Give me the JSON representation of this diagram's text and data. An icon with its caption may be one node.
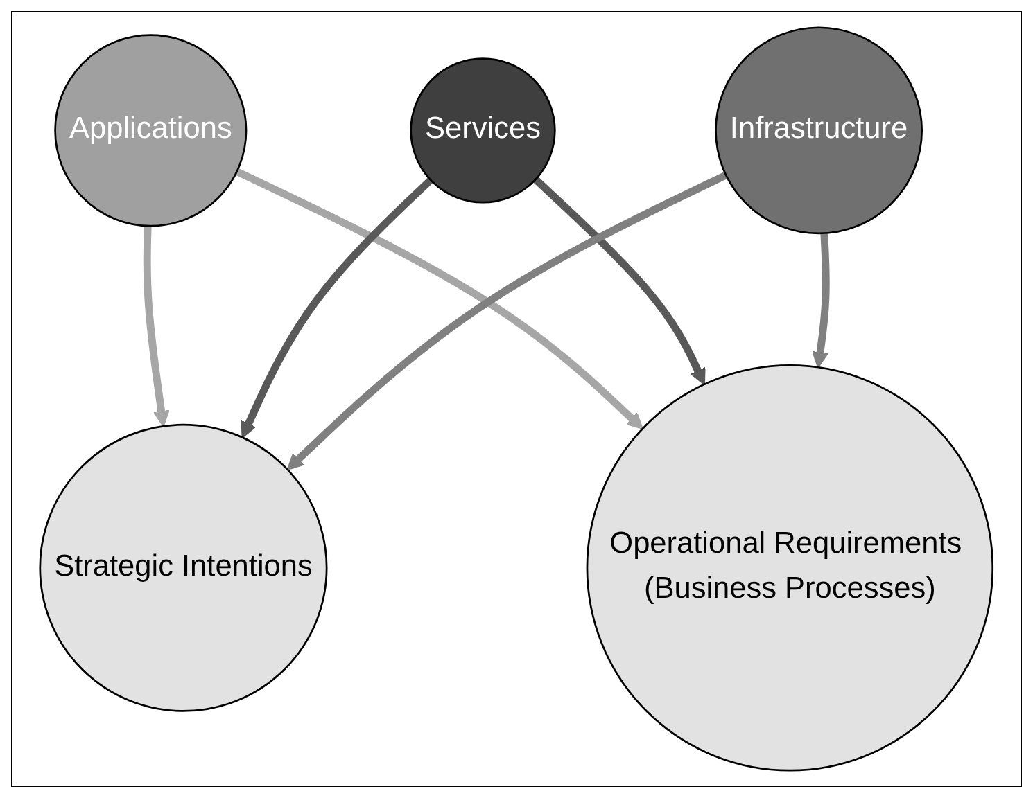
{
  "diagram": {
    "nodes": [
      {
        "text": [
          "Applications"
        ]
      },
      {
        "text": [
          "Strategic Intentions"
        ]
      },
      {
        "text": [
          "Operational Requirements (Business Processes)"
        ]
      },
      {
        "text": [
          "Services"
        ]
      },
      {
        "text": [
          "Infrastructure"
        ]
      }
    ],
    "edges": [
      {
        "from": 0,
        "to": 1,
        "arrow": "to",
        "color": "#a6a6a6"
      },
      {
        "from": 0,
        "to": 2,
        "arrow": "to",
        "color": "#a6a6a6"
      },
      {
        "from": 3,
        "to": 1,
        "arrow": "to",
        "color": "#595959"
      },
      {
        "from": 3,
        "to": 2,
        "arrow": "to",
        "color": "#595959"
      },
      {
        "from": 4,
        "to": 1,
        "arrow": "to",
        "color": "#808080"
      },
      {
        "from": 4,
        "to": 2,
        "arrow": "to",
        "color": "#808080"
      }
    ]
  }
}
